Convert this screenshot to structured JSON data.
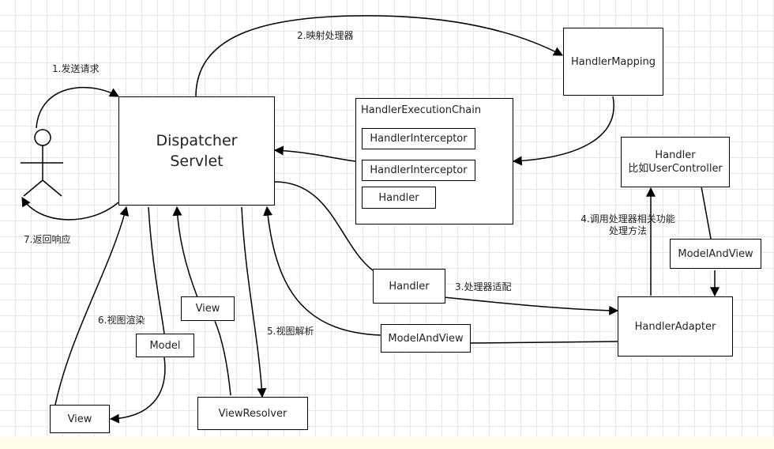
{
  "nodes": {
    "dispatcher": {
      "line1": "Dispatcher",
      "line2": "Servlet"
    },
    "handler_mapping": "HandlerMapping",
    "chain": {
      "title": "HandlerExecutionChain",
      "interceptor_1": "HandlerInterceptor",
      "interceptor_2": "HandlerInterceptor",
      "handler": "Handler"
    },
    "controller": {
      "line1": "Handler",
      "line2": "比如UserController"
    },
    "model_and_view_right": "ModelAndView",
    "handler_adapter": "HandlerAdapter",
    "handler_mid": "Handler",
    "model_and_view_bottom": "ModelAndView",
    "view_resolver": "ViewResolver",
    "view_mid": "View",
    "model": "Model",
    "view_bottom": "View"
  },
  "labels": {
    "step1": "1.发送请求",
    "step2": "2.映射处理器",
    "step3": "3.处理器适配",
    "step4_line1": "4.调用处理器相关功能",
    "step4_line2": "处理方法",
    "step5": "5.视图解析",
    "step6": "6.视图渲染",
    "step7": "7.返回响应"
  }
}
